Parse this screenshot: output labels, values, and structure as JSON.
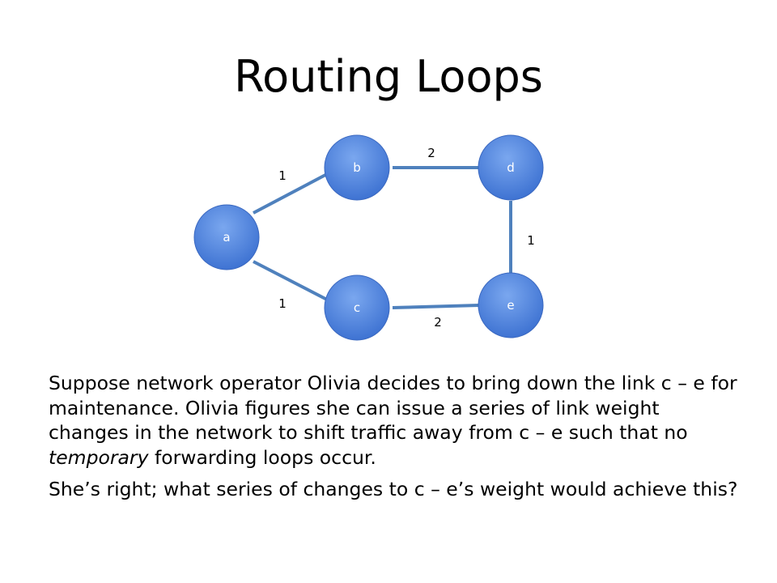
{
  "slide": {
    "title": "Routing Loops"
  },
  "graph": {
    "nodes": [
      {
        "id": "a",
        "label": "a"
      },
      {
        "id": "b",
        "label": "b"
      },
      {
        "id": "c",
        "label": "c"
      },
      {
        "id": "d",
        "label": "d"
      },
      {
        "id": "e",
        "label": "e"
      }
    ],
    "edges": [
      {
        "from": "a",
        "to": "b",
        "weight": "1"
      },
      {
        "from": "a",
        "to": "c",
        "weight": "1"
      },
      {
        "from": "b",
        "to": "d",
        "weight": "2"
      },
      {
        "from": "d",
        "to": "e",
        "weight": "1"
      },
      {
        "from": "c",
        "to": "e",
        "weight": "2"
      }
    ],
    "colors": {
      "node_fill": "#4a7fdc",
      "edge": "#4f81bd"
    }
  },
  "body": {
    "p1_before": "Suppose network operator Olivia decides to bring down the link c – e for maintenance. Olivia figures she can issue a series of link weight changes in the network to shift traffic away from c – e such that no ",
    "p1_emphasis": "temporary",
    "p1_after": " forwarding loops occur.",
    "p2": "She’s right; what series of changes to c – e’s weight would achieve this?"
  }
}
